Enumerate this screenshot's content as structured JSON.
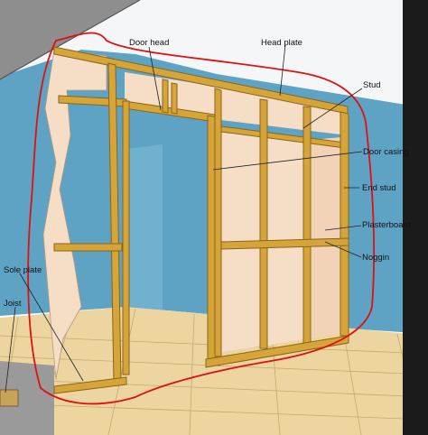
{
  "labels": {
    "door_head": "Door head",
    "head_plate": "Head plate",
    "stud": "Stud",
    "door_casing": "Door casing",
    "end_stud": "End stud",
    "plasterboard": "Plasterboard",
    "noggin": "Noggin",
    "sole_plate": "Sole plate",
    "joist": "Joist"
  },
  "colors": {
    "wall_blue": "#5fa3c4",
    "ceiling_white": "#f4f6f7",
    "floor_wood": "#ecd5a1",
    "timber": "#d6a53a",
    "timber_edge": "#8a6418",
    "plasterboard": "#f6ddc6",
    "highlight_red": "#e01010",
    "frame_dark": "#1b1b1b"
  }
}
